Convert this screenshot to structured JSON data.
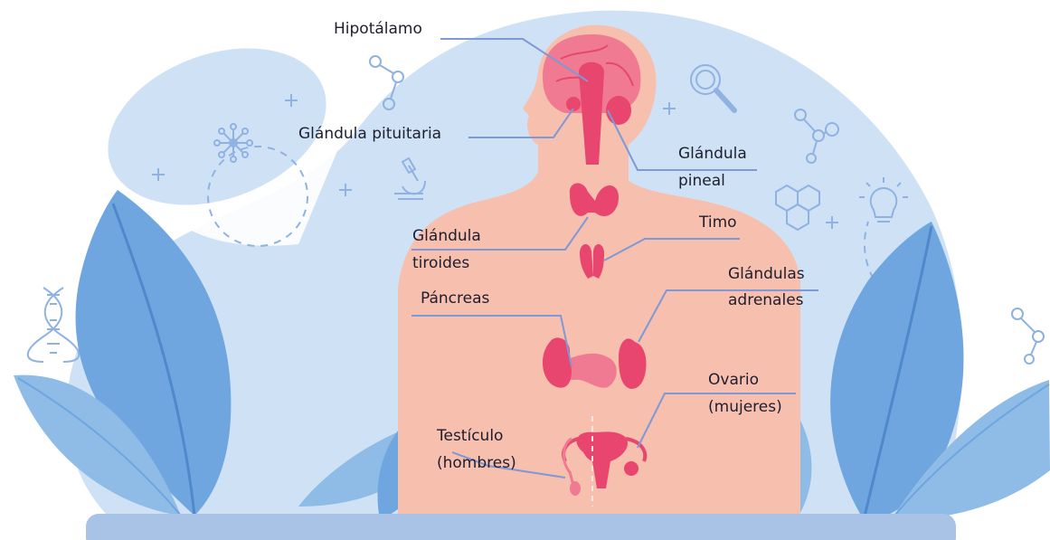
{
  "colors": {
    "background": "#ffffff",
    "bubble": "#cfe2f5",
    "body": "#f6bfae",
    "organ": "#e8466e",
    "organ_light": "#f07a92",
    "leader_line": "#7f98d6",
    "leaf": "#6fa6df",
    "leaf_dark": "#4f89cc",
    "ground": "#a9c3e6",
    "deco": "#8fb2e3"
  },
  "labels": {
    "hipotalamo": "Hipotálamo",
    "pituitaria": "Glándula pituitaria",
    "pineal_1": "Glándula",
    "pineal_2": "pineal",
    "tiroides_1": "Glándula",
    "tiroides_2": "tiroides",
    "timo": "Timo",
    "adrenales_1": "Glándulas",
    "adrenales_2": "adrenales",
    "pancreas": "Páncreas",
    "ovario_1": "Ovario",
    "ovario_2": "(mujeres)",
    "testiculo_1": "Testículo",
    "testiculo_2": "(hombres)"
  },
  "icons": [
    "dna-icon",
    "molecule-icon",
    "atom-icon",
    "microscope-icon",
    "magnifier-icon",
    "hexagon-molecule-icon",
    "lightbulb-icon",
    "plus-icon"
  ]
}
